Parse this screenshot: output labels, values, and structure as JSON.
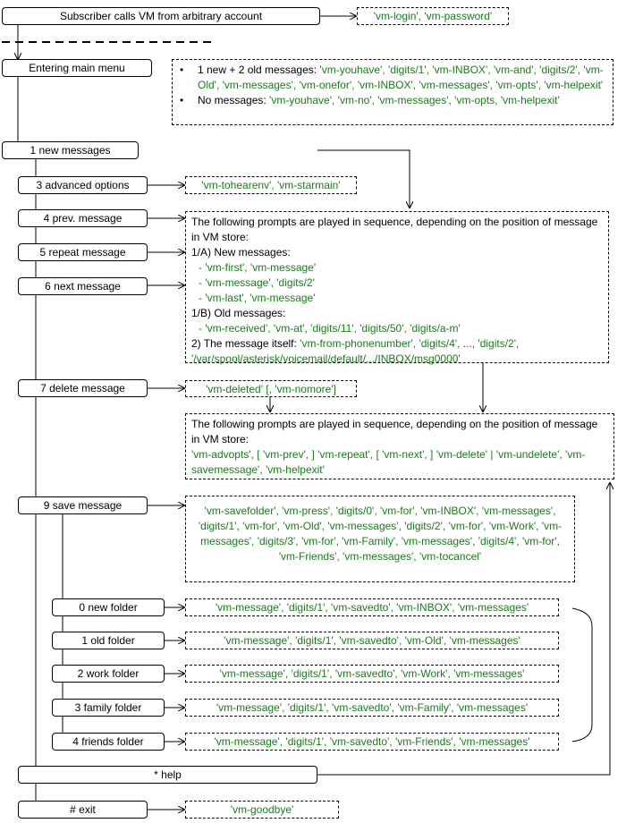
{
  "nodes": {
    "start": "Subscriber calls VM from arbitrary account",
    "main_menu": "Entering main menu",
    "new_messages": "1 new messages",
    "advanced": "3 advanced options",
    "prev": "4 prev. message",
    "repeat": "5 repeat message",
    "next": "6 next message",
    "delete": "7 delete message",
    "save": "9 save message",
    "folder0": "0 new folder",
    "folder1": "1 old folder",
    "folder2": "2 work folder",
    "folder3": "3 family folder",
    "folder4": "4 friends folder",
    "help": "* help",
    "exit": "# exit"
  },
  "prompts": {
    "login": "'vm-login', 'vm-password'",
    "main_bullet1_label": "1 new + 2 old messages: ",
    "main_bullet1_prompts": "'vm-youhave', 'digits/1', 'vm-INBOX', 'vm-and', 'digits/2', 'vm-Old', 'vm-messages', 'vm-onefor', 'vm-INBOX', 'vm-messages', 'vm-opts', 'vm-helpexit'",
    "main_bullet2_label": "No messages: ",
    "main_bullet2_prompts": "'vm-youhave', 'vm-no', 'vm-messages', 'vm-opts, 'vm-helpexit'",
    "advanced": "'vm-tohearenv', 'vm-starmain'",
    "seq_intro": "The following prompts are played in sequence, depending on the position of message in VM store:",
    "seq_1a": "1/A) New messages:",
    "seq_1a_1": "- 'vm-first', 'vm-message'",
    "seq_1a_2": "- 'vm-message', 'digits/2'",
    "seq_1a_3": "- 'vm-last', 'vm-message'",
    "seq_1b": "1/B) Old messages:",
    "seq_1b_1": "- 'vm-received', 'vm-at', 'digits/11', 'digits/50', 'digits/a-m'",
    "seq_2_label": "2) The message itself: ",
    "seq_2_prompts": "'vm-from-phonenumber', 'digits/4', ..., 'digits/2', '/var/spool/asterisk/voicemail/default/.../INBOX/msg0000'",
    "deleted": "'vm-deleted' [, 'vm-nomore']",
    "opts_intro": "The following prompts are played in sequence, depending on the position of message in VM store:",
    "opts_prompts": "'vm-advopts', [ 'vm-prev', ] 'vm-repeat', [ 'vm-next', ] 'vm-delete' | 'vm-undelete', 'vm-savemessage', 'vm-helpexit'",
    "save": "'vm-savefolder', 'vm-press', 'digits/0', 'vm-for', 'vm-INBOX', 'vm-messages', 'digits/1', 'vm-for', 'vm-Old', 'vm-messages', 'digits/2', 'vm-for', 'vm-Work', 'vm-messages', 'digits/3', 'vm-for', 'vm-Family', 'vm-messages', 'digits/4', 'vm-for', 'vm-Friends', 'vm-messages', 'vm-tocancel'",
    "folder0": "'vm-message', 'digits/1', 'vm-savedto', 'vm-INBOX', 'vm-messages'",
    "folder1": "'vm-message', 'digits/1', 'vm-savedto', 'vm-Old', 'vm-messages'",
    "folder2": "'vm-message', 'digits/1', 'vm-savedto', 'vm-Work', 'vm-messages'",
    "folder3": "'vm-message', 'digits/1', 'vm-savedto', 'vm-Family', 'vm-messages'",
    "folder4": "'vm-message', 'digits/1', 'vm-savedto', 'vm-Friends', 'vm-messages'",
    "goodbye": "'vm-goodbye'"
  },
  "colors": {
    "prompt_text": "#1a7a1a",
    "line": "#000000"
  }
}
